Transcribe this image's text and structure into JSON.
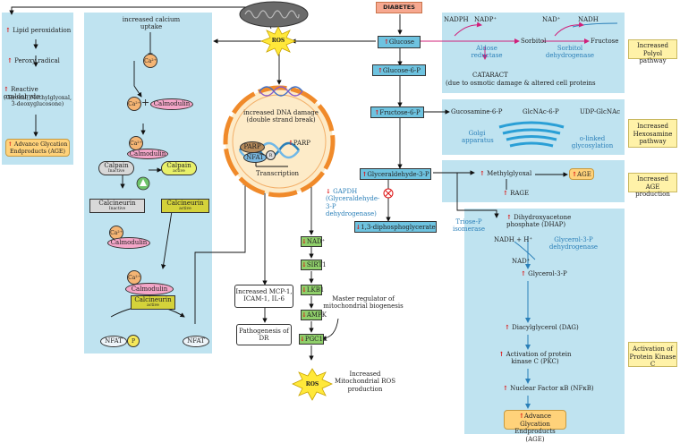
{
  "top": {
    "diabetes": "DIABETES",
    "ros_top": "ROS"
  },
  "left_panel": {
    "lipid": "Lipid peroxidation",
    "peroxy": "Peroxy radical",
    "reactive": "Reactive oxaldehyde",
    "reactive_sub": "(Glyoxal, Methylglyoxal, 3-deoxyglucosone)",
    "age": "Advance Glycation Endproducts (AGE)"
  },
  "calcium_panel": {
    "title": "increased calcium uptake",
    "ca": "Ca²⁺",
    "calmodulin": "Calmodulin",
    "plus": "+",
    "calpain_inactive": "Calpain",
    "calpain_active": "Calpain",
    "calcineurin_inactive": "Calcineurin",
    "calcineurin_active": "Calcineurin",
    "inactive": "Inactive",
    "active": "active",
    "nfat": "NFAT",
    "p": "P",
    "nfat2": "NFAT"
  },
  "nucleus": {
    "dna_damage": "increased DNA damage (double strand break)",
    "parp_box": "PARP",
    "nfat_box": "NFAT",
    "r": "R",
    "parp_label": "PARP",
    "transcription": "Transcription"
  },
  "center": {
    "mcp": "Increased MCP-1, ICAM-1, IL-6",
    "pathogenesis": "Pathogenesis of DR",
    "nad": "NAD⁺",
    "sirt1": "SIRT1",
    "lkb1": "LKB1",
    "ampk": "AMPK",
    "pgc1a": "PGC1α",
    "master": "Master regulator of mitochondrial biogenesis",
    "ros_bottom": "ROS",
    "increased_ros": "Increased Mitochondrial ROS production"
  },
  "glycolysis": {
    "glucose": "Glucose",
    "g6p": "Glucose-6-P",
    "f6p": "Fructose-6-P",
    "g3p": "Glyceraldehyde-3-P",
    "gapdh": "GAPDH (Glyceraldehyde-3-P dehydrogenase)",
    "bpg": "1,3-diphosphoglycerate"
  },
  "polyol": {
    "nadph": "NADPH",
    "nadp": "NADP⁺",
    "nad": "NAD⁺",
    "nadh": "NADH",
    "sorbitol": "Sorbitol",
    "fructose": "Fructose",
    "aldose": "Aldose reductase",
    "sorbitol_dh": "Sorbitol dehydrogenase",
    "cataract": "CATARACT",
    "cataract_sub": "(due to osmotic damage & altered cell proteins"
  },
  "hexosamine": {
    "gucosamine": "Gucosamine-6-P",
    "glcnac6p": "GlcNAc-6-P",
    "udp": "UDP-GlcNAc",
    "golgi": "Golgi apparatus",
    "olinked": "o-linked glycosylation"
  },
  "age_path": {
    "methylglyoxal": "Methylglyoxal",
    "age": "AGE",
    "rage": "RAGE"
  },
  "pkc": {
    "triose": "Triose-P isomerase",
    "dhap": "Dihydroxyacetone phosphate (DHAP)",
    "nadh_h": "NADH + H⁺",
    "nad": "NAD⁺",
    "g3pdh": "Glycerol-3-P dehydrogenase",
    "glycerol3p": "Glycerol-3-P",
    "dag": "Diacylglycerol (DAG)",
    "pkc": "Activation of protein kinase C (PKC)",
    "nfkb": "Nuclear Factor κB (NFκB)",
    "age": "Advance Glycation Endproducts (AGE)"
  },
  "side_labels": {
    "polyol": "Increased Polyol pathway",
    "hexosamine": "Increased Hexosamine pathway",
    "age": "Increased AGE production",
    "pkc": "Activation of Protein Kinase C"
  },
  "up_arrow": "↑",
  "down_arrow": "↓",
  "colors": {
    "panel_blue": "#bfe3f0",
    "box_blue": "#6ec3e0",
    "box_green": "#8fcf6a",
    "side_yellow": "#fff2a8",
    "diabetes_orange": "#f7a890",
    "arrow_red": "#d11111",
    "enzyme_blue": "#2a7fb8",
    "polyol_magenta": "#d0207a"
  }
}
